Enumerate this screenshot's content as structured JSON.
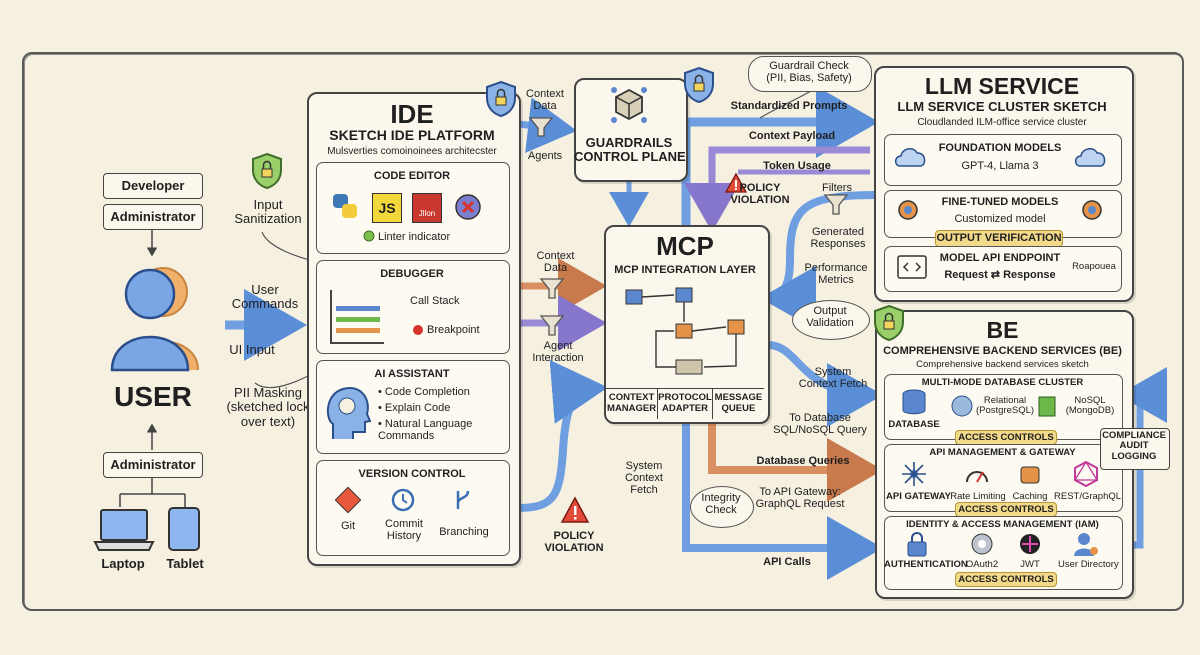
{
  "user": {
    "developer": "Developer",
    "admin_top": "Administrator",
    "title": "USER",
    "admin_bottom": "Administrator",
    "laptop": "Laptop",
    "tablet": "Tablet"
  },
  "annotations": {
    "input_sanitization": "Input\nSanitization",
    "user_commands": "User\nCommands",
    "ui_input": "UI Input",
    "pii_masking": "PII Masking\n(sketched lock\nover text)",
    "context_data_top": "Context\nData",
    "agents": "Agents",
    "context_data_mid": "Context\nData",
    "agent_interaction": "Agent\nInteraction",
    "policy_violation_top": "POLICY\nVIOLATION",
    "policy_violation_bottom": "POLICY\nVIOLATION",
    "guardrail_check": "Guardrail Check\n(PII, Bias, Safety)",
    "standardized_prompts": "Standardized Prompts",
    "context_payload": "Context Payload",
    "token_usage": "Token Usage",
    "filters": "Filters",
    "generated_responses": "Generated\nResponses",
    "performance_metrics": "Performance\nMetrics",
    "output_validation": "Output\nValidation",
    "system_context_fetch_right": "System\nContext Fetch",
    "to_database": "To Database\nSQL/NoSQL Query",
    "database_queries": "Database Queries",
    "to_api_gateway": "To API Gateway:\nGraphQL Request",
    "integrity_check": "Integrity\nCheck",
    "system_context_fetch_left": "System\nContext\nFetch",
    "api_calls": "API Calls",
    "compliance": "COMPLIANCE\nAUDIT\nLOGGING"
  },
  "ide": {
    "title": "IDE",
    "subtitle": "SKETCH IDE PLATFORM",
    "caption": "Mulsverties comoinoinees architecster",
    "code_editor": {
      "title": "CODE EDITOR",
      "js": "JS",
      "other": "Jllon",
      "linter": "Linter indicator"
    },
    "debugger": {
      "title": "DEBUGGER",
      "call_stack": "Call Stack",
      "breakpoint": "Breakpoint"
    },
    "ai_assistant": {
      "title": "AI ASSISTANT",
      "items": [
        "Code Completion",
        "Explain Code",
        "Natural Language\nCommands"
      ]
    },
    "version_control": {
      "title": "VERSION CONTROL",
      "git": "Git",
      "commit_history": "Commit\nHistory",
      "branching": "Branching"
    }
  },
  "guardrails": {
    "title": "GUARDRAILS\nCONTROL PLANE"
  },
  "mcp": {
    "title": "MCP",
    "subtitle": "MCP INTEGRATION LAYER",
    "footer": [
      "CONTEXT\nMANAGER",
      "PROTOCOL\nADAPTER",
      "MESSAGE\nQUEUE"
    ]
  },
  "llm": {
    "title": "LLM SERVICE",
    "subtitle": "LLM SERVICE CLUSTER SKETCH",
    "caption": "Cloudlanded ILM-office service cluster",
    "foundation": {
      "title": "FOUNDATION MODELS",
      "models": "GPT-4, Llama 3"
    },
    "fine_tuned": {
      "title": "FINE-TUNED MODELS",
      "desc": "Customized model"
    },
    "output_verification": "OUTPUT VERIFICATION",
    "api_endpoint": {
      "title": "MODEL API ENDPOINT",
      "desc": "Request ⇄ Response",
      "side": "Roapouea"
    }
  },
  "be": {
    "title": "BE",
    "subtitle": "COMPREHENSIVE BACKEND SERVICES (BE)",
    "caption": "Comprehensive backend services sketch",
    "database": {
      "title": "MULTI-MODE DATABASE CLUSTER",
      "db": "DATABASE",
      "relational": "Relational\n(PostgreSQL)",
      "nosql": "NoSQL\n(MongoDB)",
      "access": "ACCESS CONTROLS"
    },
    "api": {
      "title": "API MANAGEMENT & GATEWAY",
      "gateway": "API GATEWAY",
      "rate": "Rate Limiting",
      "caching": "Caching",
      "rest": "REST/GraphQL",
      "access": "ACCESS CONTROLS"
    },
    "iam": {
      "title": "IDENTITY & ACCESS MANAGEMENT (IAM)",
      "auth": "AUTHENTICATION",
      "oauth": "OAuth2",
      "jwt": "JWT",
      "dir": "User Directory",
      "access": "ACCESS CONTROLS"
    }
  },
  "colors": {
    "paper": "#f6f0e1",
    "ink": "#1f1f1f",
    "blue": "#6f9fe0",
    "orange": "#d89062",
    "purple": "#9a8ad6",
    "highlight": "#f3d98a",
    "shield": "#9bcf6a"
  }
}
